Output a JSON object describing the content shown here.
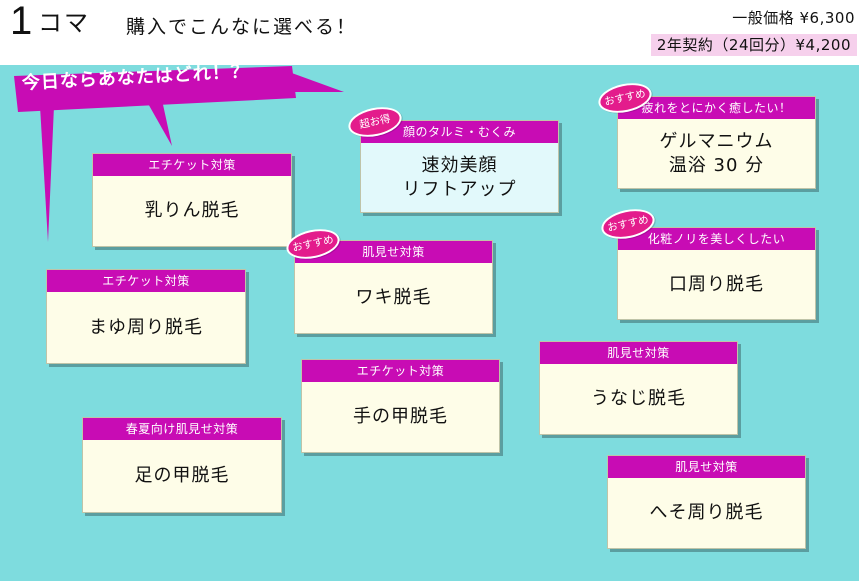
{
  "header": {
    "title_number": "1",
    "title_koma": "コマ",
    "subtitle": "購入でこんなに選べる！",
    "regular_price": "一般価格 ¥6,300",
    "contract_price": "2年契約（24回分）¥4,200"
  },
  "colors": {
    "board_bg": "#7edcde",
    "bubble": "#c80cb4",
    "card_header": "#c80cb4",
    "card_body": "#fefde8",
    "card_body_featured": "#e2f9fb",
    "badge": "#e31c8c",
    "price_highlight": "#f6d0ec"
  },
  "bubble": {
    "text": "今日ならあなたはどれ！？"
  },
  "cards": {
    "nipple": {
      "header": "エチケット対策",
      "title": "乳りん脱毛"
    },
    "eyebrow": {
      "header": "エチケット対策",
      "title": "まゆ周り脱毛"
    },
    "foot": {
      "header": "春夏向け肌見せ対策",
      "title": "足の甲脱毛"
    },
    "face": {
      "badge": "超お得",
      "header": "顔のタルミ・むくみ",
      "title": "速効美顔\nリフトアップ"
    },
    "armpit": {
      "badge": "おすすめ",
      "header": "肌見せ対策",
      "title": "ワキ脱毛"
    },
    "hand": {
      "header": "エチケット対策",
      "title": "手の甲脱毛"
    },
    "germanium": {
      "badge": "おすすめ",
      "header": "疲れをとにかく癒したい！",
      "title": "ゲルマニウム\n温浴 30 分"
    },
    "mouth": {
      "badge": "おすすめ",
      "header": "化粧ノリを美しくしたい",
      "title": "口周り脱毛"
    },
    "nape": {
      "header": "肌見せ対策",
      "title": "うなじ脱毛"
    },
    "navel": {
      "header": "肌見せ対策",
      "title": "へそ周り脱毛"
    }
  }
}
